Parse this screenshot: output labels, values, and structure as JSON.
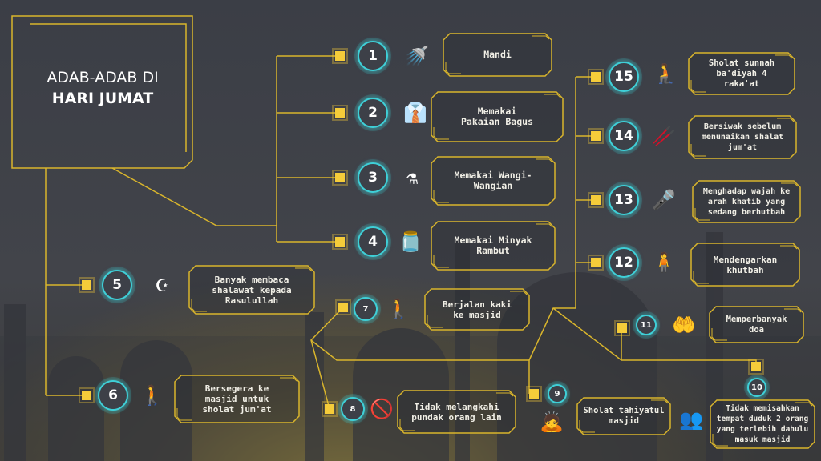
{
  "title": {
    "line1": "ADAB-ADAB DI",
    "line2": "HARI JUMAT"
  },
  "colors": {
    "accent": "#f5cc3a",
    "ring": "#3fd0d8",
    "background": "#3b3e46"
  },
  "items": [
    {
      "number": "1",
      "text": "Mandi",
      "icon": "shower-icon"
    },
    {
      "number": "2",
      "text": "Memakai\nPakaian Bagus",
      "icon": "shirt-icon"
    },
    {
      "number": "3",
      "text": "Memakai Wangi-\nWangian",
      "icon": "perfume-icon"
    },
    {
      "number": "4",
      "text": "Memakai Minyak\nRambut",
      "icon": "oil-bottle-icon"
    },
    {
      "number": "5",
      "text": "Banyak membaca\nshalawat kepada\nRasulullah",
      "icon": "calligraphy-icon"
    },
    {
      "number": "6",
      "text": "Bersegera ke\nmasjid untuk\nsholat jum'at",
      "icon": "walking-person-icon"
    },
    {
      "number": "7",
      "text": "Berjalan kaki\nke masjid",
      "icon": "walking-icon"
    },
    {
      "number": "8",
      "text": "Tidak melangkahi\npundak orang lain",
      "icon": "prohibited-icon"
    },
    {
      "number": "9",
      "text": "Sholat tahiyatul\nmasjid",
      "icon": "prostrating-icon"
    },
    {
      "number": "10",
      "text": "Tidak memisahkan\ntempat duduk 2 orang\nyang terlebih dahulu\nmasuk masjid",
      "icon": "people-icon"
    },
    {
      "number": "11",
      "text": "Memperbanyak\ndoa",
      "icon": "praying-hands-icon"
    },
    {
      "number": "12",
      "text": "Mendengarkan\nkhutbah",
      "icon": "preacher-icon"
    },
    {
      "number": "13",
      "text": "Menghadap wajah ke\narah khatib yang\nsedang berhutbah",
      "icon": "podium-icon"
    },
    {
      "number": "14",
      "text": "Bersiwak sebelum\nmenunaikan shalat\njum'at",
      "icon": "siwak-icon"
    },
    {
      "number": "15",
      "text": "Sholat sunnah\nba'diyah 4\nraka'at",
      "icon": "standing-prayer-icon"
    }
  ]
}
